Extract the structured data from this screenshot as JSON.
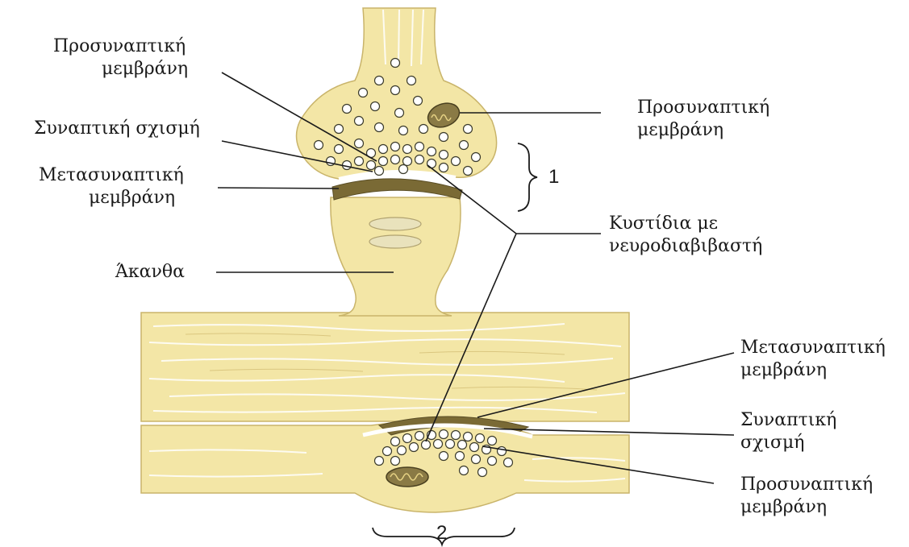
{
  "labels": {
    "presynaptic_membrane_top_left": {
      "line1": "Προσυναπτική",
      "line2": "μεμβράνη"
    },
    "synaptic_cleft_top": {
      "line1": "Συναπτική σχισμή"
    },
    "postsynaptic_membrane_top": {
      "line1": "Μετασυναπτική",
      "line2": "μεμβράνη"
    },
    "spine": {
      "line1": "Άκανθα"
    },
    "presynaptic_membrane_top_right": {
      "line1": "Προσυναπτική",
      "line2": "μεμβράνη"
    },
    "vesicles": {
      "line1": "Κυστίδια με",
      "line2": "νευροδιαβιβαστή"
    },
    "postsynaptic_membrane_bottom": {
      "line1": "Μετασυναπτική",
      "line2": "μεμβράνη"
    },
    "synaptic_cleft_bottom": {
      "line1": "Συναπτική",
      "line2": "σχισμή"
    },
    "presynaptic_membrane_bottom": {
      "line1": "Προσυναπτική",
      "line2": "μεμβράνη"
    }
  },
  "brackets": {
    "one": "1",
    "two": "2"
  },
  "colors": {
    "tissue": "#f3e6a6",
    "tissue_dark": "#e6d284",
    "membrane": "#7a6a35",
    "vesicle_fill": "#ffffff",
    "line": "#1a1a1a"
  }
}
